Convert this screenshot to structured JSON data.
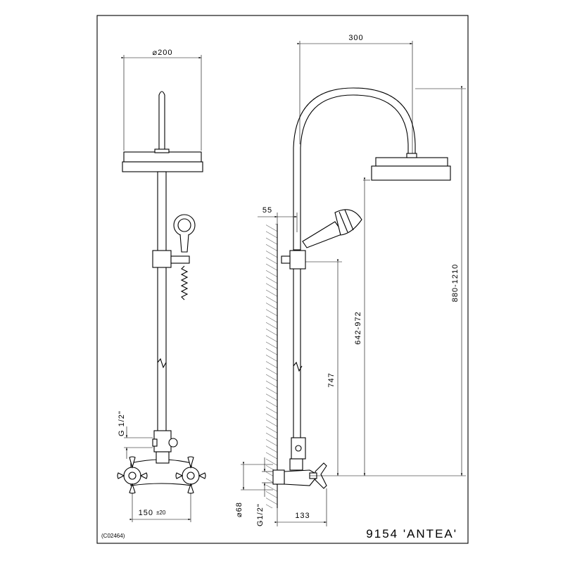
{
  "drawing": {
    "code": "(C02464)",
    "model": "9154 'ANTEA'"
  },
  "dimensions": {
    "head_diameter": "⌀200",
    "arm_reach": "300",
    "wall_gap": "55",
    "sliding_range": "642-972",
    "total_height": "880-1210",
    "bar_height": "747",
    "inlet_thread_front": "G 1/2\"",
    "inlet_centers": "150",
    "inlet_centers_tolerance": "±20",
    "flange_diameter": "⌀68",
    "inlet_thread_side": "G1/2\"",
    "projection": "133"
  }
}
